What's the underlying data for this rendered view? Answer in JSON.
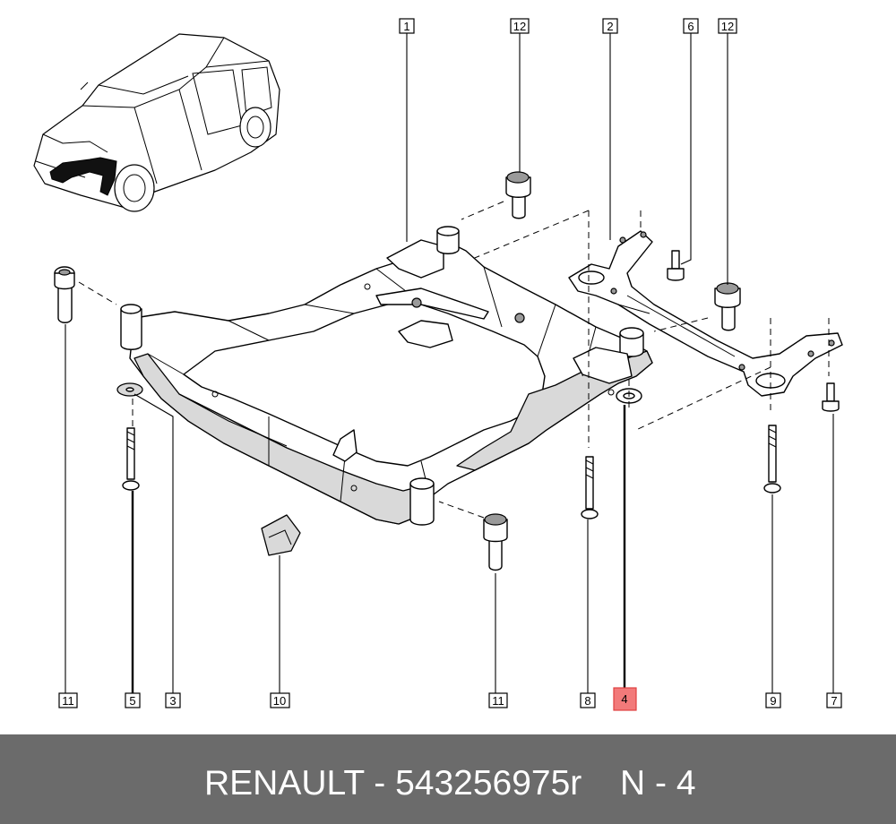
{
  "callouts": [
    {
      "id": "c-top-1",
      "label": "1",
      "highlighted": false
    },
    {
      "id": "c-top-12a",
      "label": "12",
      "highlighted": false
    },
    {
      "id": "c-top-2",
      "label": "2",
      "highlighted": false
    },
    {
      "id": "c-top-6",
      "label": "6",
      "highlighted": false
    },
    {
      "id": "c-top-12b",
      "label": "12",
      "highlighted": false
    },
    {
      "id": "c-bot-11a",
      "label": "11",
      "highlighted": false
    },
    {
      "id": "c-bot-5",
      "label": "5",
      "highlighted": false
    },
    {
      "id": "c-bot-3",
      "label": "3",
      "highlighted": false
    },
    {
      "id": "c-bot-10",
      "label": "10",
      "highlighted": false
    },
    {
      "id": "c-bot-11b",
      "label": "11",
      "highlighted": false
    },
    {
      "id": "c-bot-8",
      "label": "8",
      "highlighted": false
    },
    {
      "id": "c-bot-4",
      "label": "4",
      "highlighted": true
    },
    {
      "id": "c-bot-9",
      "label": "9",
      "highlighted": false
    },
    {
      "id": "c-bot-7",
      "label": "7",
      "highlighted": false
    }
  ],
  "highlight_color": "#f27a7a",
  "footer": {
    "brand_part": "RENAULT - 543256975r",
    "page_ref": "N - 4",
    "background": "#6b6b6b"
  }
}
